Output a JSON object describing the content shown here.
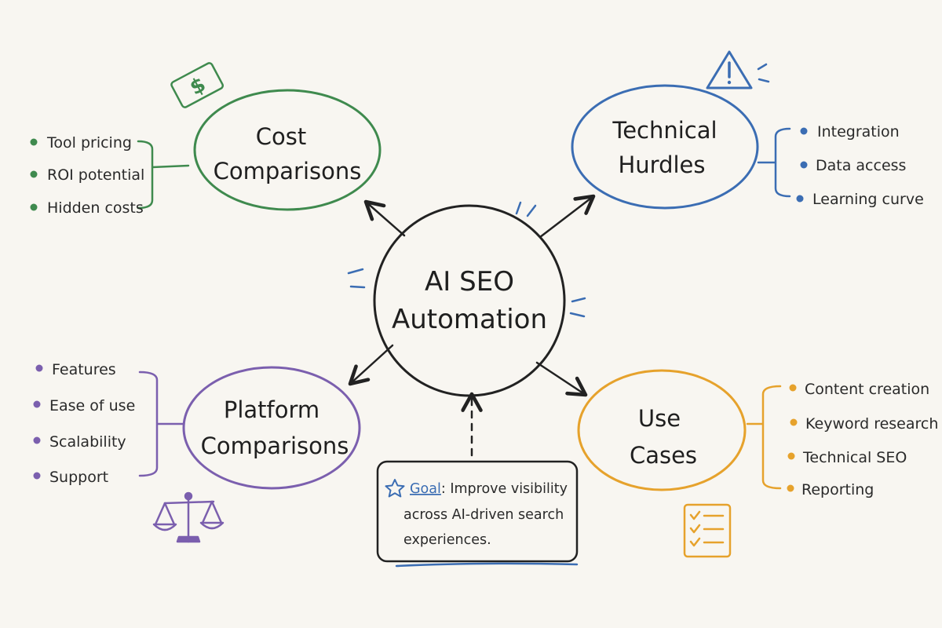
{
  "center": {
    "line1": "AI SEO",
    "line2": "Automation"
  },
  "branches": {
    "cost": {
      "line1": "Cost",
      "line2": "Comparisons",
      "color": "#3f8a4e",
      "items": [
        "Tool pricing",
        "ROI potential",
        "Hidden costs"
      ],
      "icon": "dollar-tag-icon"
    },
    "technical": {
      "line1": "Technical",
      "line2": "Hurdles",
      "color": "#3b6db3",
      "items": [
        "Integration",
        "Data access",
        "Learning curve"
      ],
      "icon": "warning-triangle-icon"
    },
    "platform": {
      "line1": "Platform",
      "line2": "Comparisons",
      "color": "#7b5fae",
      "items": [
        "Features",
        "Ease of use",
        "Scalability",
        "Support"
      ],
      "icon": "balance-scale-icon"
    },
    "usecases": {
      "line1": "Use",
      "line2": "Cases",
      "color": "#e6a22c",
      "items": [
        "Content creation",
        "Keyword research",
        "Technical SEO",
        "Reporting"
      ],
      "icon": "checklist-icon"
    }
  },
  "goal": {
    "label": "Goal",
    "line1": ": Improve visibility",
    "line2": "across AI-driven search",
    "line3": "experiences.",
    "icon": "star-icon",
    "accent": "#3b6db3"
  }
}
